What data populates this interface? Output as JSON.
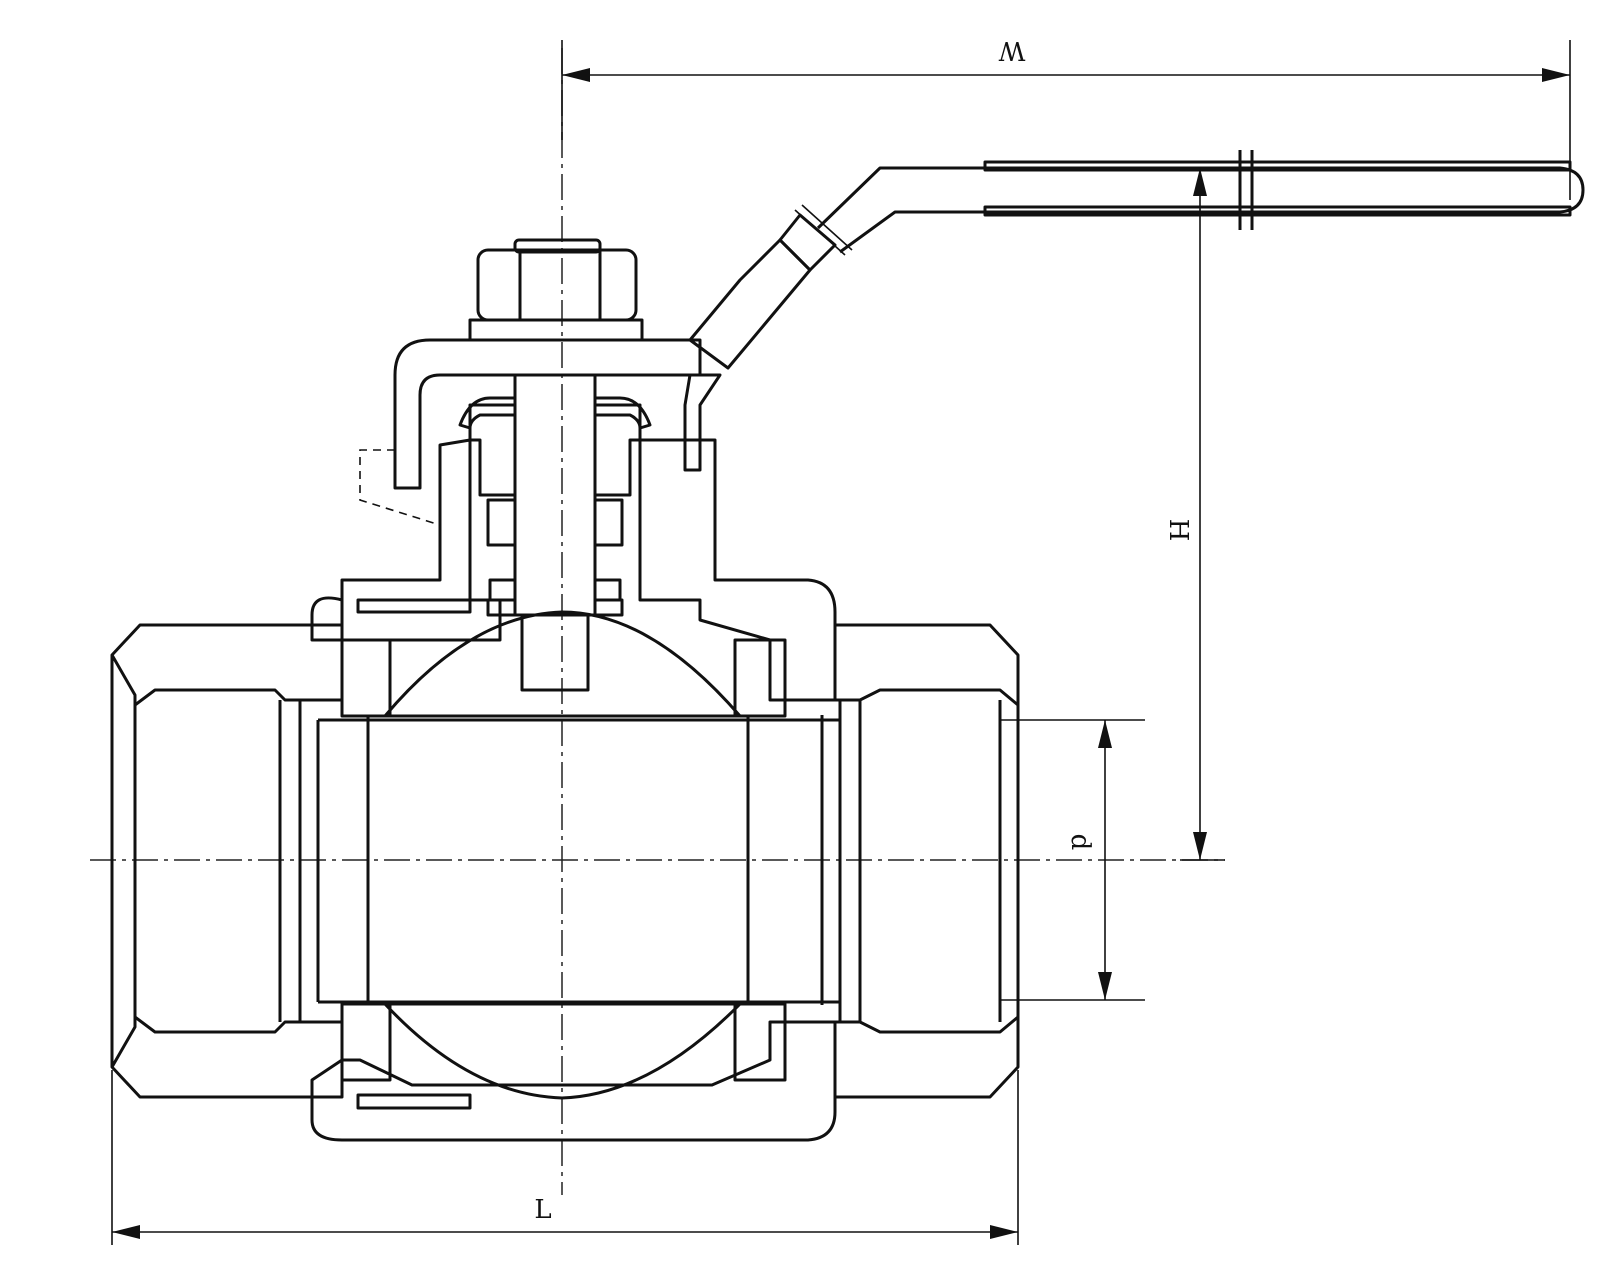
{
  "labels": {
    "width_W": "W",
    "height_H": "H",
    "bore_d": "d",
    "length_L": "L"
  },
  "colors": {
    "line": "#111111",
    "background": "#ffffff"
  }
}
